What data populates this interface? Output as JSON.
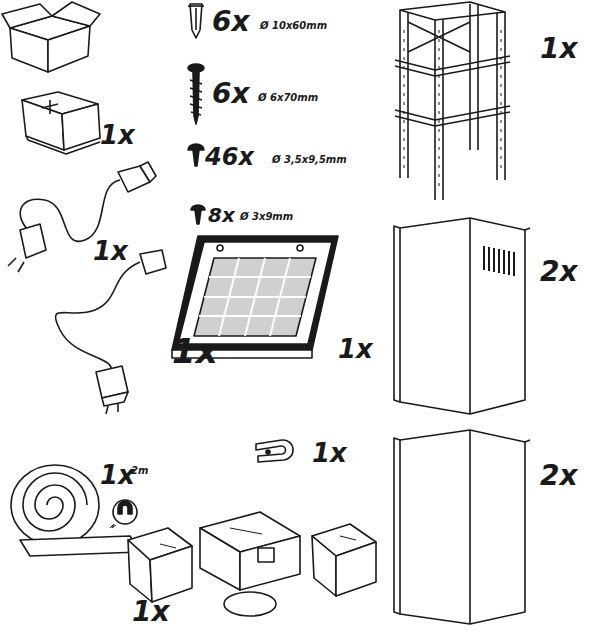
{
  "diagram": {
    "labels": [
      "6x",
      "Ø 10x60mm",
      "1x",
      "6x",
      "Ø 6x70mm",
      "1x",
      "46x",
      "Ø 3,5x9,5mm",
      "8x",
      "Ø 3x9mm",
      "1x",
      "2x",
      "1x",
      "1x",
      "1x",
      "1x",
      "2m",
      "2x",
      "1x"
    ]
  }
}
